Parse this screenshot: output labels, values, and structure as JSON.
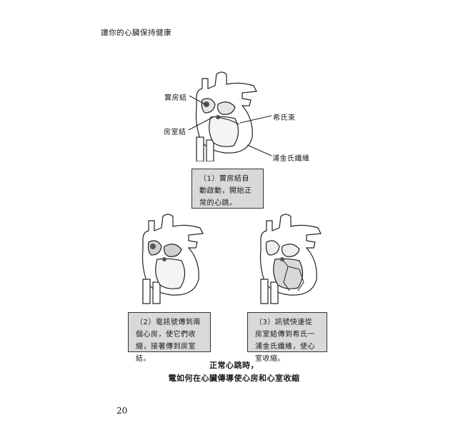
{
  "header": {
    "title": "讓你的心臟保持健康"
  },
  "labels": {
    "sa_node": "竇房結",
    "av_node": "房室結",
    "his_bundle": "希氏束",
    "purkinje": "浦金氏纖維"
  },
  "captions": {
    "step1": "（1）竇房結自動啟動，開始正常的心跳。",
    "step2": "（2）電訊號傳到兩個心房，使它們收縮，接著傳到房室結。",
    "step3": "（3）訊號快速從房室結傳到希氏一浦金氏纖維，使心室收縮。"
  },
  "summary": {
    "line1": "正常心跳時，",
    "line2": "電如何在心臟傳導使心房和心室收縮"
  },
  "page_number": "20"
}
